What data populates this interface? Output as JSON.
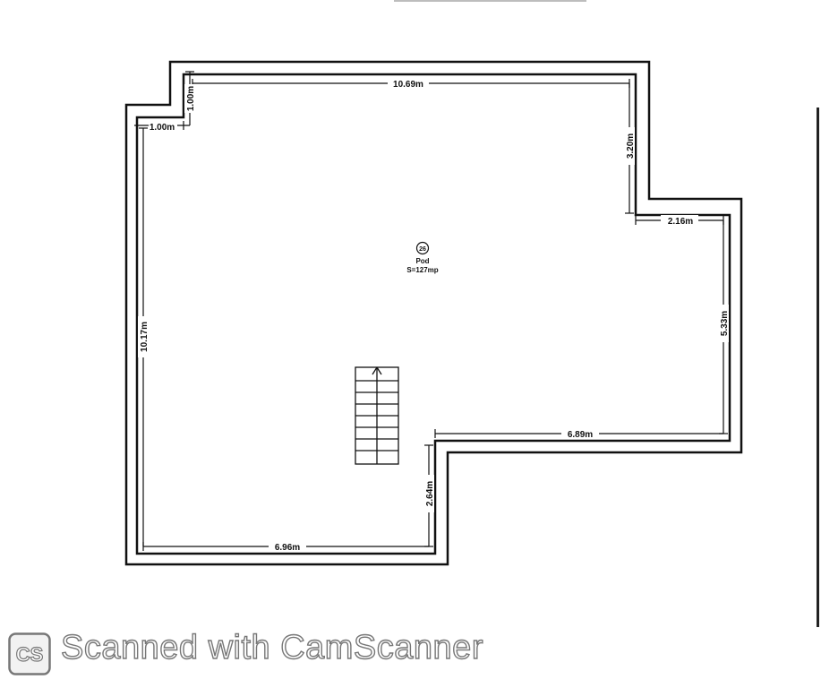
{
  "floor_plan": {
    "room": {
      "number": "26",
      "name": "Pod",
      "area": "S=127mp"
    },
    "dimensions": {
      "top_wall": "10.69m",
      "upper_right_wall": "3.20m",
      "right_step": "2.16m",
      "right_wall": "5.33m",
      "middle_step": "6.89m",
      "lower_step_wall": "2.64m",
      "bottom_wall": "6.96m",
      "left_wall": "10.17m",
      "notch_vertical": "1.00m",
      "notch_horizontal": "1.00m"
    }
  },
  "watermark": {
    "logo_text": "CS",
    "caption": "Scanned with CamScanner"
  }
}
